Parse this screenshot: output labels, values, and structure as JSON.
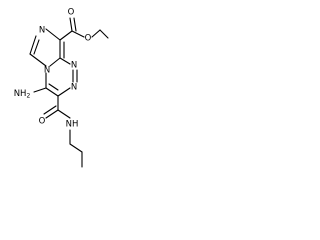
{
  "molecule": {
    "atoms": {
      "ester_carbonyl_o": "O",
      "ester_ether_o": "O",
      "ring_n_imidazole_top": "N",
      "ring_n_bridge": "N",
      "ring_n_triazine_1": "N",
      "ring_n_triazine_2": "N",
      "amine": "NH",
      "amine_subscript": "2",
      "amide_o": "O",
      "amide_nh": "NH"
    }
  }
}
